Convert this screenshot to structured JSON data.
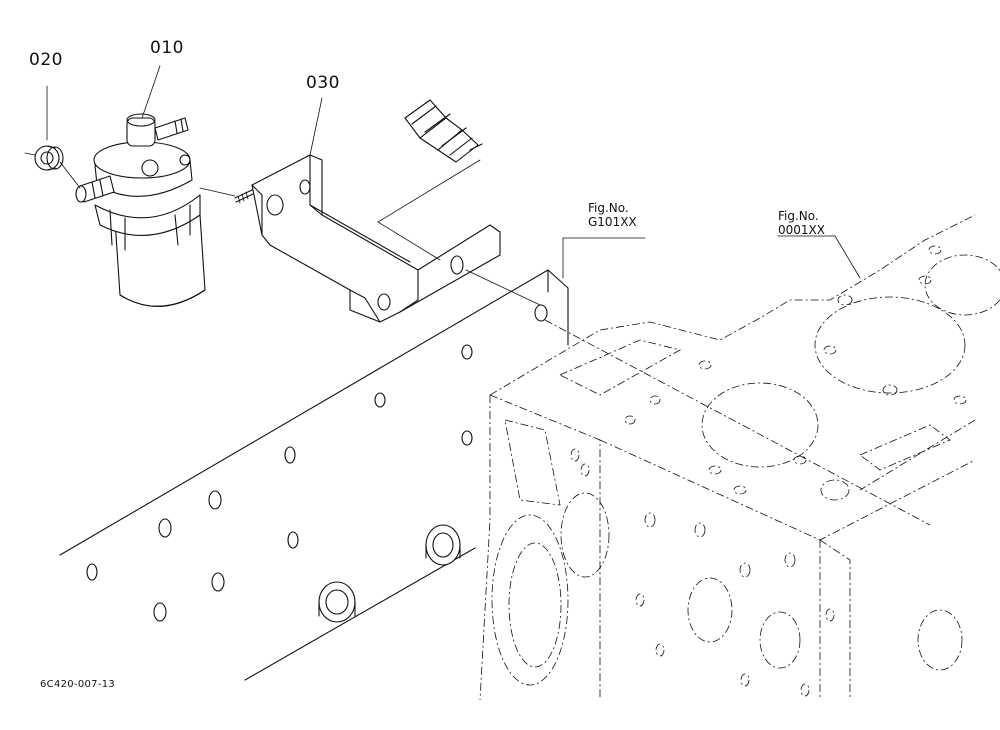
{
  "callouts": {
    "p020": "020",
    "p010": "010",
    "p030": "030"
  },
  "figure_refs": {
    "g101": {
      "title": "Fig.No.",
      "code": "G101XX"
    },
    "f0001": {
      "title": "Fig.No.",
      "code": "0001XX"
    }
  },
  "drawing_code": "6C420-007-13",
  "colors": {
    "ink": "#111111",
    "paper": "#ffffff"
  }
}
